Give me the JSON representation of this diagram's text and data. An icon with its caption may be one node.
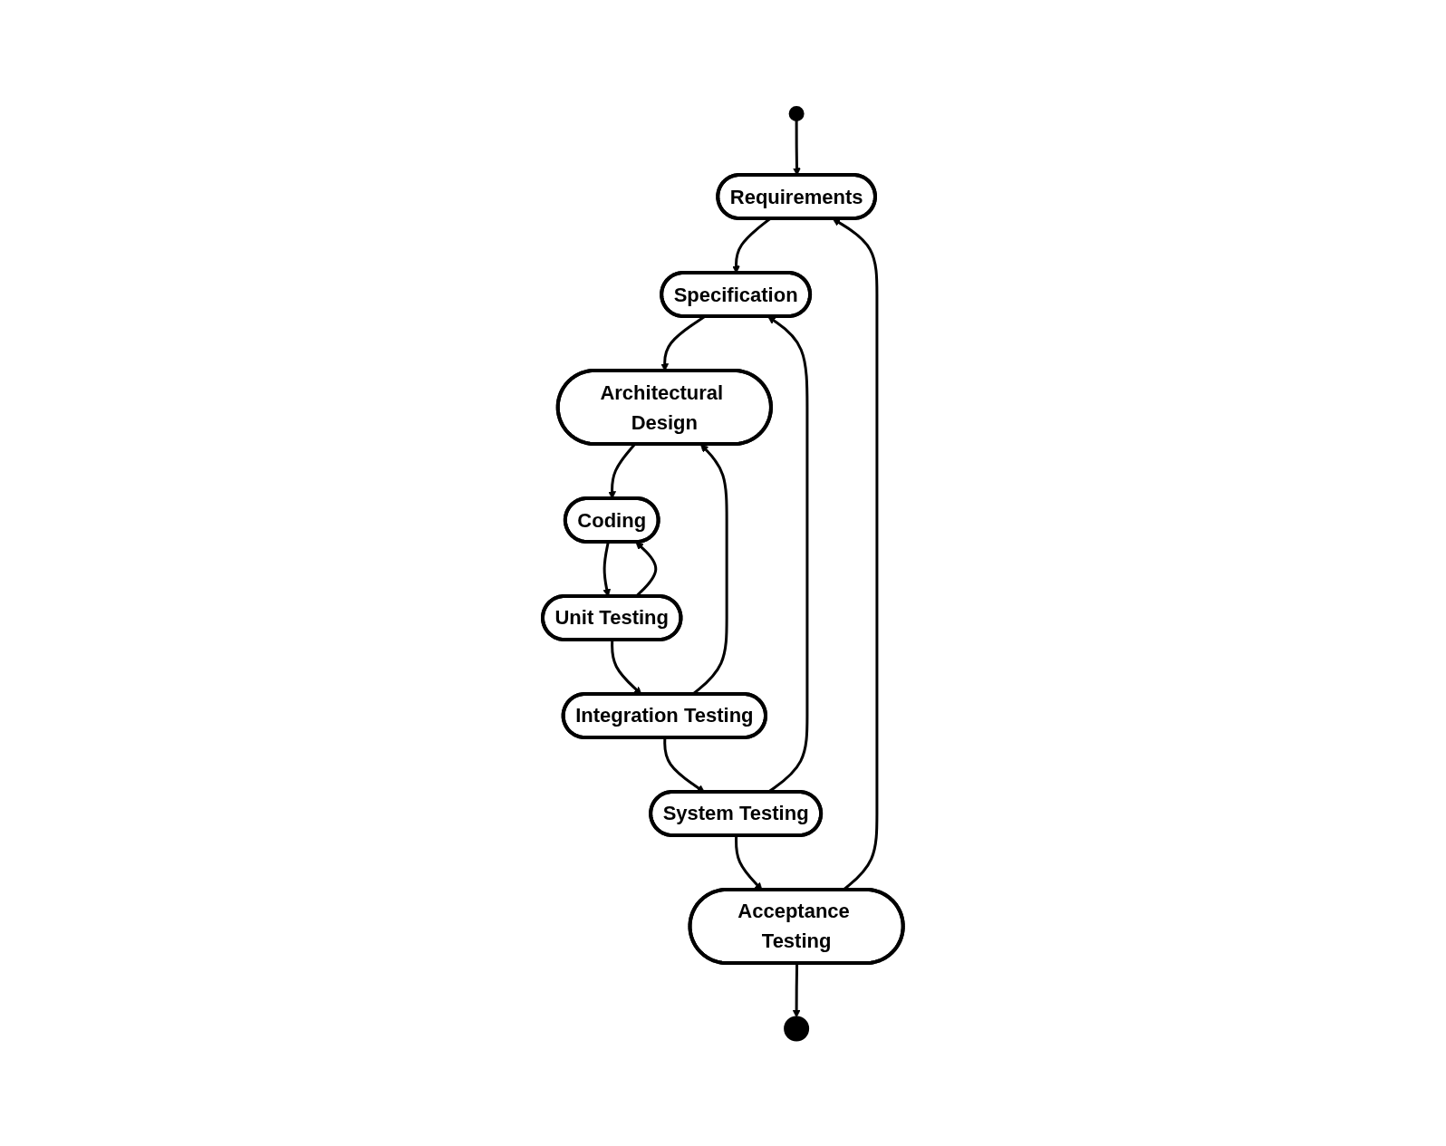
{
  "diagram": {
    "nodes": [
      {
        "text": [],
        "shape": "circle"
      },
      {
        "text": [],
        "shape": "bullseye"
      },
      {
        "text": [
          "Requirements"
        ]
      },
      {
        "text": [
          "Acceptance Testing"
        ]
      },
      {
        "text": [
          "Specification"
        ]
      },
      {
        "text": [
          "System Testing"
        ]
      },
      {
        "text": [
          "Architectural Design"
        ]
      },
      {
        "text": [
          "Integration Testing"
        ]
      },
      {
        "text": [
          "Coding"
        ]
      },
      {
        "text": [
          "Unit Testing"
        ]
      }
    ],
    "edges": [
      {
        "from": 0,
        "to": 2,
        "arrow": "to"
      },
      {
        "from": 3,
        "to": 1,
        "arrow": "to"
      },
      {
        "from": 3,
        "to": 2,
        "arrow": "to"
      },
      {
        "from": 2,
        "to": 4,
        "arrow": "to"
      },
      {
        "from": 5,
        "to": 4,
        "arrow": "to"
      },
      {
        "from": 5,
        "to": 3,
        "arrow": "to"
      },
      {
        "from": 4,
        "to": 6,
        "arrow": "to"
      },
      {
        "from": 7,
        "to": 6,
        "arrow": "to"
      },
      {
        "from": 7,
        "to": 5,
        "arrow": "to"
      },
      {
        "from": 6,
        "to": 8,
        "arrow": "to"
      },
      {
        "from": 9,
        "to": 8,
        "arrow": "to"
      },
      {
        "from": 9,
        "to": 7,
        "arrow": "to"
      },
      {
        "from": 8,
        "to": 9,
        "arrow": "to"
      }
    ]
  }
}
